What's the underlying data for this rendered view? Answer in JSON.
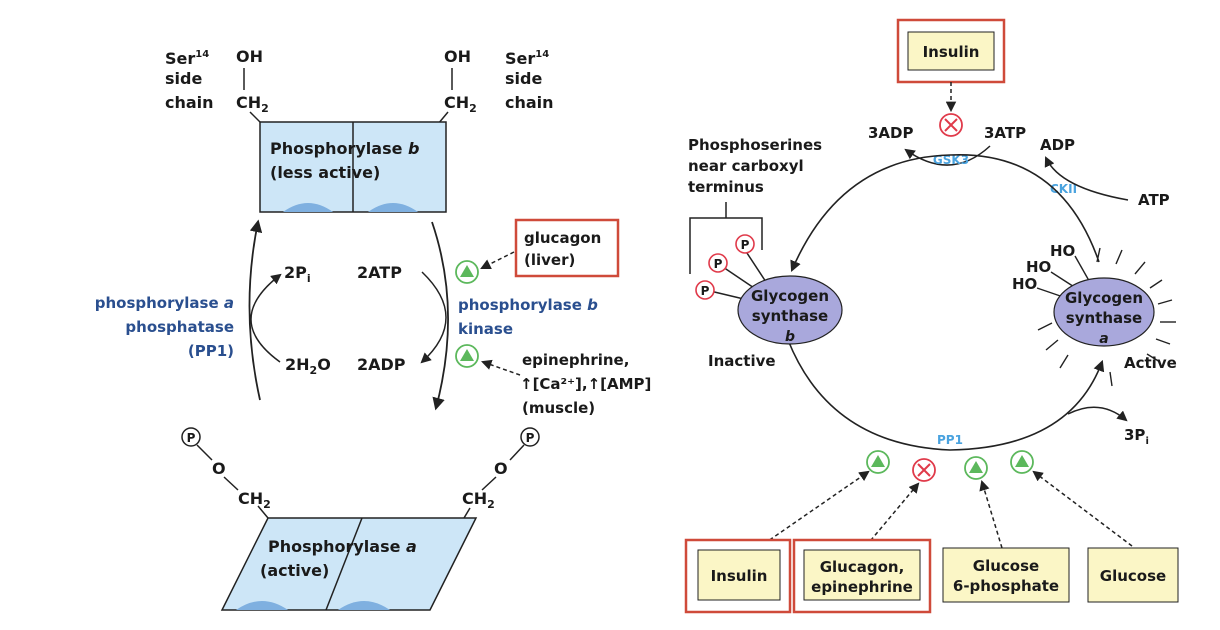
{
  "left": {
    "ser_left": {
      "base": "Ser",
      "sup": "14",
      "l2": "side",
      "l3": "chain"
    },
    "ser_right": {
      "base": "Ser",
      "sup": "14",
      "l2": "side",
      "l3": "chain"
    },
    "oh": "OH",
    "ch": "CH",
    "sub2": "2",
    "phos_b": {
      "name": "Phosphorylase",
      "letter": "b",
      "state": "(less active)"
    },
    "phos_a": {
      "name": "Phosphorylase",
      "letter": "a",
      "state": "(active)"
    },
    "two_p": "2P",
    "sub_i": "i",
    "two_atp": "2ATP",
    "two_h2o_a": "2H",
    "two_h2o_b": "O",
    "two_adp": "2ADP",
    "phosphatase": {
      "l1a": "phosphorylase",
      "l1b": "a",
      "l2": "phosphatase",
      "l3": "(PP1)"
    },
    "kinase": {
      "l1a": "phosphorylase",
      "l1b": "b",
      "l2": "kinase"
    },
    "glucagon": {
      "l1": "glucagon",
      "l2": "(liver)"
    },
    "epinephrine": {
      "l1": "epinephrine,",
      "l2": "↑[Ca²⁺],↑[AMP]",
      "l3": "(muscle)"
    },
    "p": "P",
    "o": "O"
  },
  "right": {
    "insulin_top": "Insulin",
    "three_adp": "3ADP",
    "three_atp": "3ATP",
    "gsk3": "GSK3",
    "adp": "ADP",
    "ckii": "CKII",
    "atp": "ATP",
    "phosphoserines": {
      "l1": "Phosphoserines",
      "l2": "near carboxyl",
      "l3": "terminus"
    },
    "gs_b": {
      "l1": "Glycogen",
      "l2": "synthase",
      "l3": "b"
    },
    "gs_a": {
      "l1": "Glycogen",
      "l2": "synthase",
      "l3": "a"
    },
    "inactive": "Inactive",
    "active": "Active",
    "ho": "HO",
    "pp1": "PP1",
    "three_p": "3P",
    "sub_i": "i",
    "p": "P",
    "regulators": [
      {
        "l1": "Insulin"
      },
      {
        "l1": "Glucagon,",
        "l2": "epinephrine"
      },
      {
        "l1": "Glucose",
        "l2": "6-phosphate"
      },
      {
        "l1": "Glucose"
      }
    ]
  },
  "colors": {
    "box_blue": "#cde6f7",
    "ellipse_purple": "#a9a8dc",
    "reg_yellow": "#fbf6c6",
    "highlight_red": "#cf4a3a",
    "activate_green": "#5cb85c",
    "inhibit_red": "#e03a4a",
    "label_blue": "#2a4f8f",
    "enzyme_lightblue": "#4aa3df"
  }
}
